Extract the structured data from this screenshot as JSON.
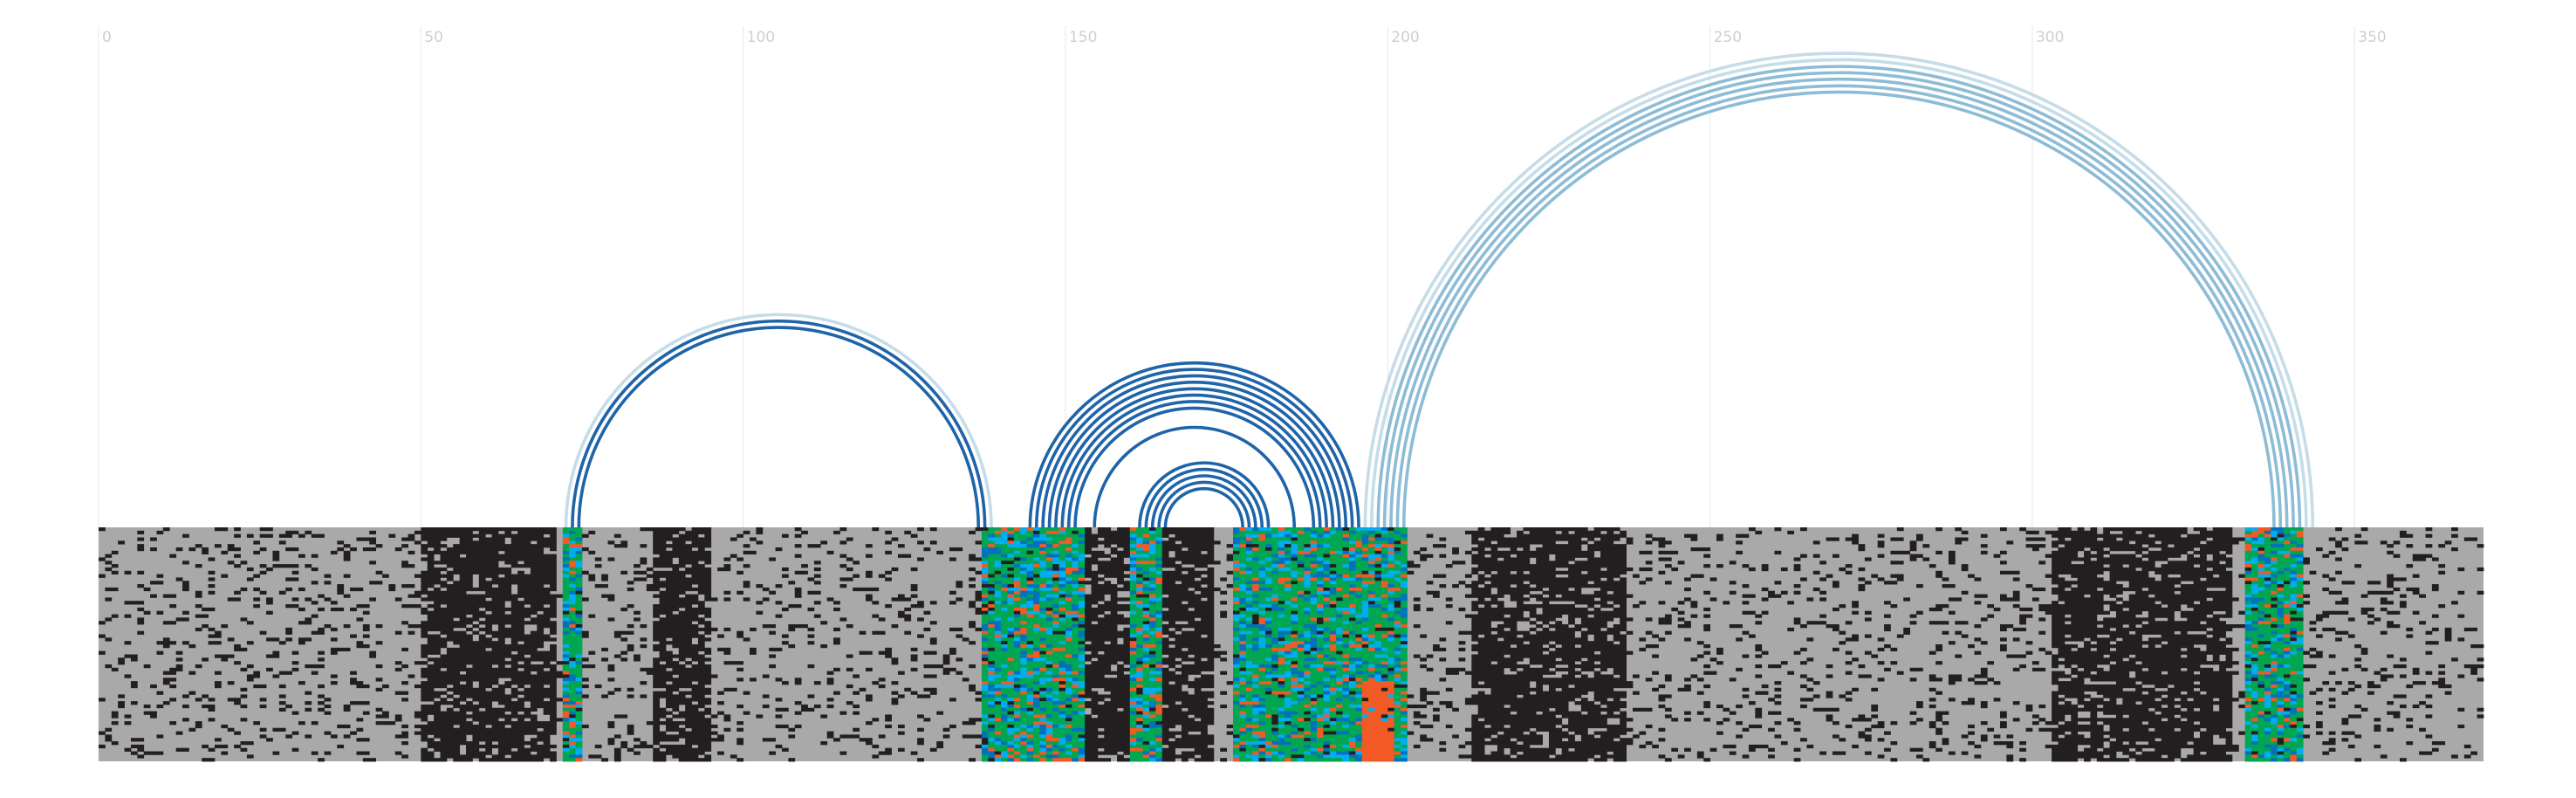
{
  "axis": {
    "ticks": [
      {
        "value": 0,
        "label": "0"
      },
      {
        "value": 50,
        "label": "50"
      },
      {
        "value": 100,
        "label": "100"
      },
      {
        "value": 150,
        "label": "150"
      },
      {
        "value": 200,
        "label": "200"
      },
      {
        "value": 250,
        "label": "250"
      },
      {
        "value": 300,
        "label": "300"
      },
      {
        "value": 350,
        "label": "350"
      }
    ],
    "min": 0,
    "max": 370
  },
  "alignment": {
    "length": 370,
    "rows": 70,
    "colors": {
      "background": "#a9a9a9",
      "unpaired": "#231f20",
      "canonical": "#00a651",
      "compensatory": "#0072bc",
      "wobble": "#00aeef",
      "mismatch": "#f15a24",
      "arc_strong": "#1f64a8",
      "arc_medium": "#8cbcd6",
      "arc_light": "#c5dce9"
    },
    "paired_columns": [
      [
        72,
        139
      ],
      [
        139,
        195
      ],
      [
        160,
        182
      ],
      [
        195,
        340
      ]
    ]
  },
  "arcs": [
    {
      "i": 72,
      "j": 138,
      "color": "light"
    },
    {
      "i": 73,
      "j": 137,
      "color": "strong"
    },
    {
      "i": 74,
      "j": 136,
      "color": "strong"
    },
    {
      "i": 144,
      "j": 195,
      "color": "strong"
    },
    {
      "i": 145,
      "j": 194,
      "color": "strong"
    },
    {
      "i": 146,
      "j": 193,
      "color": "strong"
    },
    {
      "i": 147,
      "j": 192,
      "color": "strong"
    },
    {
      "i": 148,
      "j": 191,
      "color": "strong"
    },
    {
      "i": 149,
      "j": 190,
      "color": "strong"
    },
    {
      "i": 150,
      "j": 189,
      "color": "strong"
    },
    {
      "i": 151,
      "j": 188,
      "color": "strong"
    },
    {
      "i": 154,
      "j": 185,
      "color": "strong"
    },
    {
      "i": 161,
      "j": 181,
      "color": "strong"
    },
    {
      "i": 162,
      "j": 180,
      "color": "strong"
    },
    {
      "i": 163,
      "j": 179,
      "color": "strong"
    },
    {
      "i": 164,
      "j": 178,
      "color": "strong"
    },
    {
      "i": 165,
      "j": 177,
      "color": "strong"
    },
    {
      "i": 196,
      "j": 343,
      "color": "light"
    },
    {
      "i": 197,
      "j": 342,
      "color": "light"
    },
    {
      "i": 198,
      "j": 341,
      "color": "medium"
    },
    {
      "i": 199,
      "j": 340,
      "color": "medium"
    },
    {
      "i": 200,
      "j": 339,
      "color": "medium"
    },
    {
      "i": 201,
      "j": 338,
      "color": "medium"
    },
    {
      "i": 202,
      "j": 337,
      "color": "medium"
    }
  ]
}
